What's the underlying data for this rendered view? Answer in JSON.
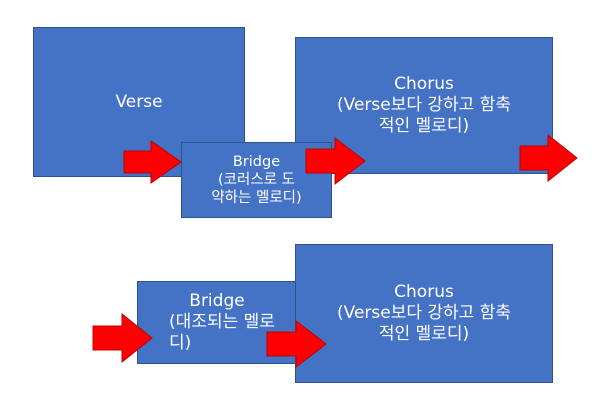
{
  "diagram": {
    "top_row": {
      "verse": {
        "label": "Verse"
      },
      "bridge": {
        "title": "Bridge",
        "line2": "(코러스로 도",
        "line3": "약하는 멜로디)"
      },
      "chorus": {
        "title": "Chorus",
        "line2": "(Verse보다 강하고 함축",
        "line3": "적인 멜로디)"
      }
    },
    "bottom_row": {
      "bridge": {
        "title": "Bridge",
        "line2": "(대조되는 멜로",
        "line3": "디)"
      },
      "chorus": {
        "title": "Chorus",
        "line2": "(Verse보다 강하고 함축",
        "line3": "적인 멜로디)"
      }
    }
  },
  "colors": {
    "box_fill": "#4472c4",
    "box_border": "#2f528f",
    "arrow_fill": "#ff0000",
    "arrow_border": "#c00000",
    "text": "#ffffff"
  }
}
